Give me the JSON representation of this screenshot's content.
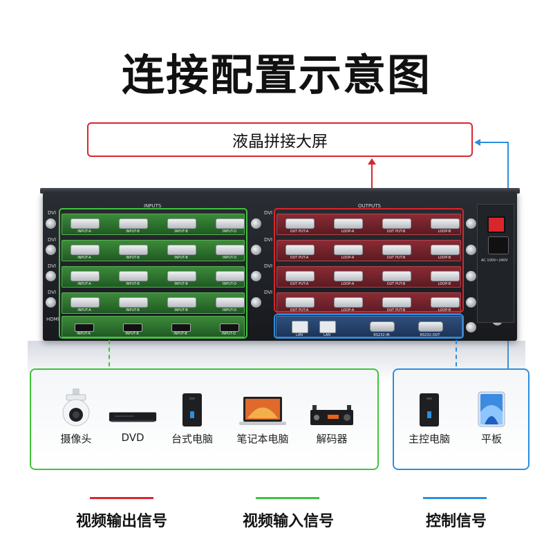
{
  "title": "连接配置示意图",
  "screen_label": "液晶拼接大屏",
  "device": {
    "inputs_header": "INPUTS",
    "outputs_header": "OUTPUTS",
    "row_labels": [
      "DVI",
      "DVI",
      "DVI",
      "DVI",
      "HDMI"
    ],
    "input_port_labels": [
      "INPUT-A",
      "INPUT-B",
      "INPUT-B",
      "INPUT-D"
    ],
    "output_port_labels": [
      "OUT PUT-A",
      "LOOP-A",
      "OUT PUT-B",
      "LOOP-B"
    ],
    "control_port_labels": [
      "LAN",
      "LAN",
      "RS232-IN",
      "RS232-OUT"
    ],
    "power_label": "AC 100V~240V"
  },
  "input_devices": [
    {
      "label": "摄像头",
      "icon": "camera-icon"
    },
    {
      "label": "DVD",
      "icon": "dvd-player-icon"
    },
    {
      "label": "台式电脑",
      "icon": "desktop-pc-icon"
    },
    {
      "label": "笔记本电脑",
      "icon": "laptop-icon"
    },
    {
      "label": "解码器",
      "icon": "decoder-icon"
    }
  ],
  "control_devices": [
    {
      "label": "主控电脑",
      "icon": "desktop-pc-icon"
    },
    {
      "label": "平板",
      "icon": "tablet-icon"
    }
  ],
  "legend": [
    {
      "label": "视频输出信号",
      "color": "#d8262c"
    },
    {
      "label": "视频输入信号",
      "color": "#3ec43a"
    },
    {
      "label": "控制信号",
      "color": "#2b8ede"
    }
  ],
  "colors": {
    "output": "#d8262c",
    "input": "#3ec43a",
    "control": "#2b8ede"
  }
}
